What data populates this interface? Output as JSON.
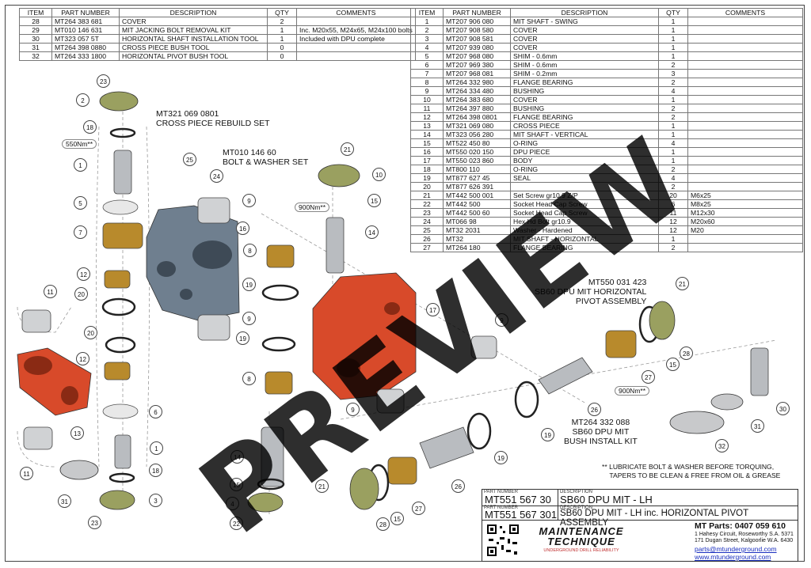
{
  "bom_left": {
    "headers": [
      "ITEM",
      "PART NUMBER",
      "DESCRIPTION",
      "QTY",
      "COMMENTS"
    ],
    "rows": [
      [
        "28",
        "MT264 383 681",
        "COVER",
        "2",
        ""
      ],
      [
        "29",
        "MT010 146 631",
        "MIT JACKING BOLT REMOVAL KIT",
        "1",
        "Inc. M20x55, M24x65, M24x100 bolts"
      ],
      [
        "30",
        "MT323 057 5T",
        "HORIZONTAL SHAFT INSTALLATION TOOL",
        "1",
        "Included with DPU complete"
      ],
      [
        "31",
        "MT264 398 0880",
        "CROSS PIECE BUSH TOOL",
        "0",
        ""
      ],
      [
        "32",
        "MT264 333 1800",
        "HORIZONTAL PIVOT BUSH TOOL",
        "0",
        ""
      ]
    ]
  },
  "bom_right": {
    "headers": [
      "ITEM",
      "PART NUMBER",
      "DESCRIPTION",
      "QTY",
      "COMMENTS"
    ],
    "rows": [
      [
        "1",
        "MT207 906 080",
        "MIT SHAFT - SWING",
        "1",
        ""
      ],
      [
        "2",
        "MT207 908 580",
        "COVER",
        "1",
        ""
      ],
      [
        "3",
        "MT207 908 581",
        "COVER",
        "1",
        ""
      ],
      [
        "4",
        "MT207 939 080",
        "COVER",
        "1",
        ""
      ],
      [
        "5",
        "MT207 968 080",
        "SHIM - 0.6mm",
        "1",
        ""
      ],
      [
        "6",
        "MT207 969 380",
        "SHIM - 0.6mm",
        "2",
        ""
      ],
      [
        "7",
        "MT207 968 081",
        "SHIM - 0.2mm",
        "3",
        ""
      ],
      [
        "8",
        "MT264 332 980",
        "FLANGE BEARING",
        "2",
        ""
      ],
      [
        "9",
        "MT264 334 480",
        "BUSHING",
        "4",
        ""
      ],
      [
        "10",
        "MT264 383 680",
        "COVER",
        "1",
        ""
      ],
      [
        "11",
        "MT264 397 880",
        "BUSHING",
        "2",
        ""
      ],
      [
        "12",
        "MT264 398 0801",
        "FLANGE BEARING",
        "2",
        ""
      ],
      [
        "13",
        "MT321 069 080",
        "CROSS PIECE",
        "1",
        ""
      ],
      [
        "14",
        "MT323 056 280",
        "MIT SHAFT - VERTICAL",
        "1",
        ""
      ],
      [
        "15",
        "MT522 450 80",
        "O-RING",
        "4",
        ""
      ],
      [
        "16",
        "MT550 020 150",
        "DPU PIECE",
        "1",
        ""
      ],
      [
        "17",
        "MT550 023 860",
        "BODY",
        "1",
        ""
      ],
      [
        "18",
        "MT800 110",
        "O-RING",
        "2",
        ""
      ],
      [
        "19",
        "MT877 627 45",
        "SEAL",
        "4",
        ""
      ],
      [
        "20",
        "MT877 626 391",
        "",
        "2",
        ""
      ],
      [
        "21",
        "MT442 500 001",
        "Set Screw gr10.9 Z/P",
        "20",
        "M6x25"
      ],
      [
        "22",
        "MT442 500",
        "Socket Head Cap Screw",
        "6",
        "M8x25"
      ],
      [
        "23",
        "MT442 500 60",
        "Socket Head Cap Screw",
        "11",
        "M12x30"
      ],
      [
        "24",
        "MT066 98",
        "Hex Hd Bolt gr10.9",
        "12",
        "M20x60"
      ],
      [
        "25",
        "MT32 2031",
        "Washer - Hardened",
        "12",
        "M20"
      ],
      [
        "26",
        "MT32",
        "MIT SHAFT - HORIZONTAL",
        "1",
        ""
      ],
      [
        "27",
        "MT264 180",
        "FLANGE BEARING",
        "2",
        ""
      ]
    ]
  },
  "callouts": [
    "23",
    "2",
    "18",
    "1",
    "5",
    "7",
    "12",
    "20",
    "11",
    "20",
    "12",
    "13",
    "6",
    "1",
    "18",
    "11",
    "31",
    "3",
    "23",
    "25",
    "24",
    "9",
    "16",
    "8",
    "19",
    "9",
    "19",
    "8",
    "9",
    "21",
    "10",
    "15",
    "14",
    "17",
    "9",
    "21",
    "28",
    "15",
    "27",
    "26",
    "19",
    "19",
    "26",
    "27",
    "28",
    "15",
    "21",
    "30",
    "31",
    "32",
    "14",
    "15",
    "4",
    "22"
  ],
  "labels": {
    "cross_piece_kit": "MT321 069 0801\nCROSS PIECE REBUILD SET",
    "bolt_washer_set": "MT010 146 60\nBOLT & WASHER SET",
    "horizontal_pivot": "MT550 031 423\nSB60 DPU MIT HORIZONTAL\nPIVOT ASSEMBLY",
    "bush_install": "MT264 332 088\nSB60 DPU MIT\nBUSH INSTALL KIT"
  },
  "torques": [
    "550Nm**",
    "900Nm**",
    "900Nm**"
  ],
  "note": "** LUBRICATE BOLT & WASHER BEFORE TORQUING,\n    TAPERS TO BE CLEAN & FREE FROM OIL & GREASE",
  "watermark": "PREVIEW",
  "title_block": {
    "part_number_caption": "PART NUMBER",
    "description_caption": "DESCRIPTION",
    "part_1": "MT551 567 30",
    "desc_1": "SB60 DPU MIT - LH",
    "part_2": "MT551 567 301",
    "desc_2": "SB60 DPU MIT - LH inc. HORIZONTAL PIVOT ASSEMBLY",
    "logo_line1": "MAINTENANCE",
    "logo_line2": "TECHNIQUE",
    "logo_tagline": "UNDERGROUND DRILL RELIABILITY",
    "mt_parts": "MT Parts: 0407 059 610",
    "address_1": "1 Hahesy Circuit, Roseworthy S.A. 5371",
    "address_2": "171 Dugan Street, Kalgoorlie W.A. 6430",
    "email": "parts@mtunderground.com",
    "website": "www.mtunderground.com"
  },
  "colors": {
    "casting_grey": "#6f7f8f",
    "casting_red": "#d84a2a",
    "bronze": "#b88a2c",
    "steel": "#b9bcc0",
    "cover_olive": "#9aa060",
    "link": "#1a2fbf"
  }
}
